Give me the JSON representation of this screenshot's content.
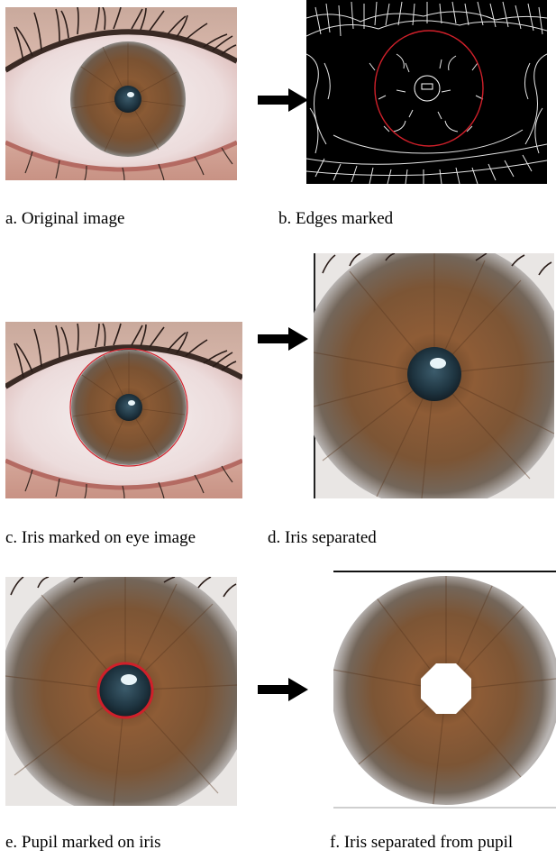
{
  "captions": {
    "a": "a. Original image",
    "b": "b. Edges marked",
    "c": "c. Iris marked on eye image",
    "d": "d. Iris separated",
    "e": "e. Pupil marked on iris",
    "f": "f. Iris separated from pupil"
  },
  "colors": {
    "iris_brown": "#7a5232",
    "pupil": "#243c4a",
    "sclera": "#efe8e8",
    "eyelid_skin": "#d9a89a",
    "marker_red": "#d0202a",
    "edge_white": "#ffffff",
    "edge_background": "#000000"
  },
  "icons": {
    "arrow": "right-arrow-icon"
  }
}
